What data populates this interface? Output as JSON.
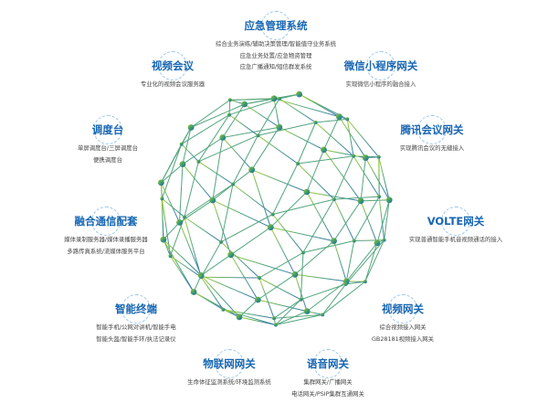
{
  "colors": {
    "title": "#1766b3",
    "desc": "#444444",
    "globe_green": "#8dc21f",
    "globe_blue": "#1f6fa8"
  },
  "nodes": {
    "emergency": {
      "title": "应急管理系统",
      "lines": [
        "综合业务演练/辅助决策管理/智能值守业务系统",
        "应急业务处置/应急物资管理",
        "应急广播通知/短信群发系统"
      ]
    },
    "video_conf": {
      "title": "视频会议",
      "lines": [
        "专业化的视频会议服务器"
      ]
    },
    "wechat_gateway": {
      "title": "微信小程序网关",
      "lines": [
        "实现微信小程序的融合接入"
      ]
    },
    "dispatch": {
      "title": "调度台",
      "lines": [
        "单屏调度台/三屏调度台",
        "便携调度台"
      ]
    },
    "tencent_gateway": {
      "title": "腾讯会议网关",
      "lines": [
        "实现腾讯会议的无缝接入"
      ]
    },
    "fusion": {
      "title": "融合通信配套",
      "lines": [
        "媒体录制服务器/媒体录播服务器",
        "多路传真系统/流媒体服务平台"
      ]
    },
    "volte": {
      "title": "VOLTE网关",
      "lines": [
        "实现普通智能手机音视频通话的接入"
      ]
    },
    "terminal": {
      "title": "智能终端",
      "lines": [
        "智能手机/公网对讲机/智能手电",
        "智能头盔/智能手环/执法记录仪"
      ]
    },
    "video_gateway": {
      "title": "视频网关",
      "lines": [
        "综合视频接入网关",
        "GB28181视频接入网关"
      ]
    },
    "iot": {
      "title": "物联网网关",
      "lines": [
        "生命体征监测系统/环境监测系统"
      ]
    },
    "voice": {
      "title": "语音网关",
      "lines": [
        "集群网关/广播网关",
        "电话网关/PSIP集群互通网关"
      ]
    }
  }
}
